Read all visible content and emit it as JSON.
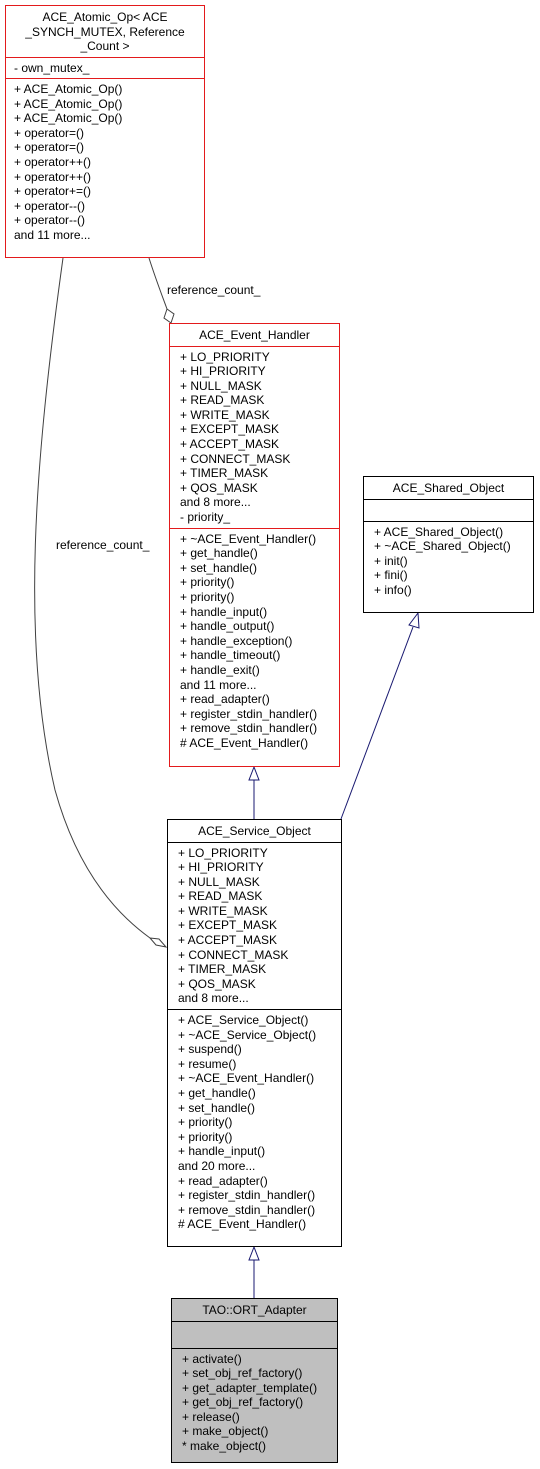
{
  "classes": {
    "atomic_op": {
      "title_lines": [
        "ACE_Atomic_Op< ACE",
        "_SYNCH_MUTEX, Reference",
        "_Count >"
      ],
      "attributes": [
        "- own_mutex_"
      ],
      "methods": [
        "+ ACE_Atomic_Op()",
        "+ ACE_Atomic_Op()",
        "+ ACE_Atomic_Op()",
        "+ operator=()",
        "+ operator=()",
        "+ operator++()",
        "+ operator++()",
        "+ operator+=()",
        "+ operator--()",
        "+ operator--()",
        "and 11 more..."
      ]
    },
    "event_handler": {
      "title_lines": [
        "ACE_Event_Handler"
      ],
      "attributes": [
        "+ LO_PRIORITY",
        "+ HI_PRIORITY",
        "+ NULL_MASK",
        "+ READ_MASK",
        "+ WRITE_MASK",
        "+ EXCEPT_MASK",
        "+ ACCEPT_MASK",
        "+ CONNECT_MASK",
        "+ TIMER_MASK",
        "+ QOS_MASK",
        "and 8 more...",
        "- priority_"
      ],
      "methods": [
        "+ ~ACE_Event_Handler()",
        "+ get_handle()",
        "+ set_handle()",
        "+ priority()",
        "+ priority()",
        "+ handle_input()",
        "+ handle_output()",
        "+ handle_exception()",
        "+ handle_timeout()",
        "+ handle_exit()",
        "and 11 more...",
        "+ read_adapter()",
        "+ register_stdin_handler()",
        "+ remove_stdin_handler()",
        "# ACE_Event_Handler()"
      ]
    },
    "shared_object": {
      "title_lines": [
        "ACE_Shared_Object"
      ],
      "attributes": [],
      "methods": [
        "+ ACE_Shared_Object()",
        "+ ~ACE_Shared_Object()",
        "+ init()",
        "+ fini()",
        "+ info()"
      ]
    },
    "service_object": {
      "title_lines": [
        "ACE_Service_Object"
      ],
      "attributes": [
        "+ LO_PRIORITY",
        "+ HI_PRIORITY",
        "+ NULL_MASK",
        "+ READ_MASK",
        "+ WRITE_MASK",
        "+ EXCEPT_MASK",
        "+ ACCEPT_MASK",
        "+ CONNECT_MASK",
        "+ TIMER_MASK",
        "+ QOS_MASK",
        "and 8 more..."
      ],
      "methods": [
        "+ ACE_Service_Object()",
        "+ ~ACE_Service_Object()",
        "+ suspend()",
        "+ resume()",
        "+ ~ACE_Event_Handler()",
        "+ get_handle()",
        "+ set_handle()",
        "+ priority()",
        "+ priority()",
        "+ handle_input()",
        "and 20 more...",
        "+ read_adapter()",
        "+ register_stdin_handler()",
        "+ remove_stdin_handler()",
        "# ACE_Event_Handler()"
      ]
    },
    "ort_adapter": {
      "title_lines": [
        "TAO::ORT_Adapter"
      ],
      "attributes": [],
      "methods": [
        "+ activate()",
        "+ set_obj_ref_factory()",
        "+ get_adapter_template()",
        "+ get_obj_ref_factory()",
        "+ release()",
        "+ make_object()",
        "* make_object()"
      ]
    }
  },
  "edge_labels": {
    "atomic_to_event": "reference_count_",
    "atomic_to_service": "reference_count_"
  },
  "colors": {
    "inheritance_edge": "#191970",
    "association_edge": "#404040",
    "highlight_border": "#e31a1c",
    "focus_fill": "#bfbfbf"
  }
}
